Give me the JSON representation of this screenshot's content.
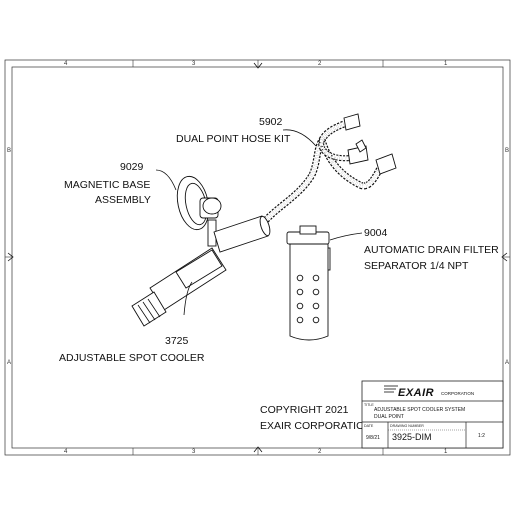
{
  "zone_numbers": {
    "top": [
      "4",
      "3",
      "2",
      "1"
    ],
    "bottom": [
      "4",
      "3",
      "2",
      "1"
    ],
    "left": [
      "B",
      "A"
    ],
    "right": [
      "B",
      "A"
    ]
  },
  "callouts": {
    "hose_kit": {
      "number": "5902",
      "name": "DUAL POINT HOSE KIT"
    },
    "magnetic_base": {
      "number": "9029",
      "name_line1": "MAGNETIC BASE",
      "name_line2": "ASSEMBLY"
    },
    "drain_filter": {
      "number": "9004",
      "name_line1": "AUTOMATIC DRAIN FILTER",
      "name_line2": "SEPARATOR 1/4 NPT"
    },
    "spot_cooler": {
      "number": "3725",
      "name": "ADJUSTABLE SPOT COOLER"
    }
  },
  "copyright": {
    "line1": "COPYRIGHT 2021",
    "line2": "EXAIR CORPORATION"
  },
  "title_block": {
    "logo": "EXAIR",
    "corporation": "CORPORATION",
    "title_label": "TITLE",
    "title_line1": "ADJUSTABLE SPOT COOLER SYSTEM",
    "title_line2": "DUAL POINT",
    "date_label": "DATE",
    "date": "9/8/21",
    "drawing_number_label": "DRAWING NUMBER",
    "drawing_number": "3925-DIM",
    "scale": "1:2"
  }
}
